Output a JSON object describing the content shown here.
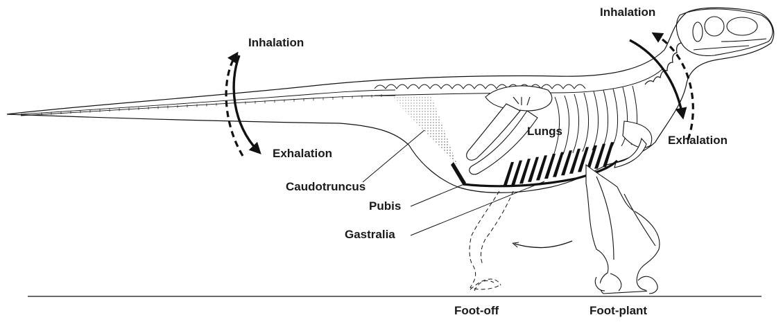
{
  "labels": {
    "inhalation_tail": "Inhalation",
    "exhalation_tail": "Exhalation",
    "inhalation_neck": "Inhalation",
    "exhalation_neck": "Exhalation",
    "lungs": "Lungs",
    "caudotruncus": "Caudotruncus",
    "pubis": "Pubis",
    "gastralia": "Gastralia",
    "foot_off": "Foot-off",
    "foot_plant": "Foot-plant"
  }
}
